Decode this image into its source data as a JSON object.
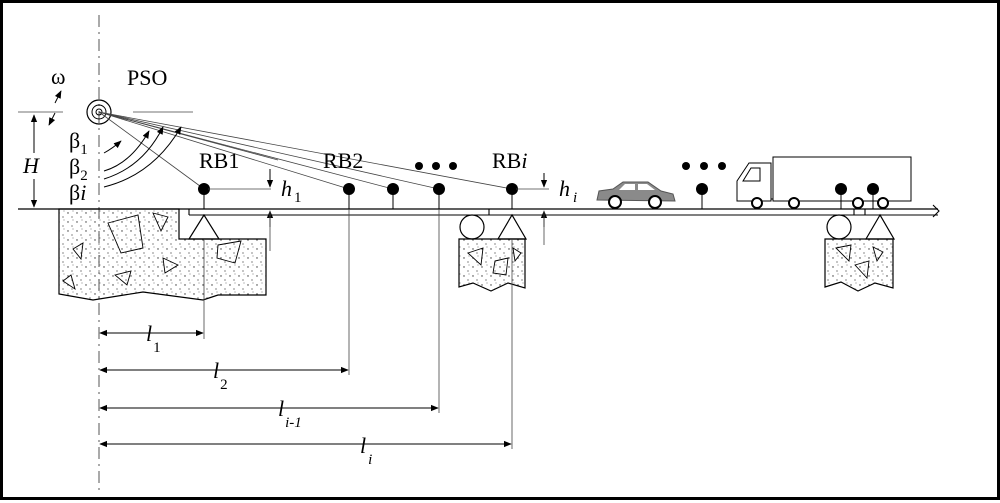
{
  "labels": {
    "omega": "ω",
    "pso": "PSO",
    "H": "H",
    "beta": "β",
    "beta_sub_1": "1",
    "beta_sub_2": "2",
    "beta_sub_i": "i",
    "rb1": "RB1",
    "rb2": "RB2",
    "rbi_prefix": "RB",
    "rbi_suffix": "i",
    "h": "h",
    "h_sub_1": "1",
    "h_sub_i": "i",
    "l": "l",
    "l_sub_1": "1",
    "l_sub_2": "2",
    "l_sub_im1": "i-1",
    "l_sub_i": "i"
  },
  "colors": {
    "line": "#000000",
    "car": "#8a8a8a",
    "concrete_fill": "#ffffff"
  },
  "icons": [
    "car-icon",
    "truck-icon",
    "pso-camera-icon"
  ]
}
